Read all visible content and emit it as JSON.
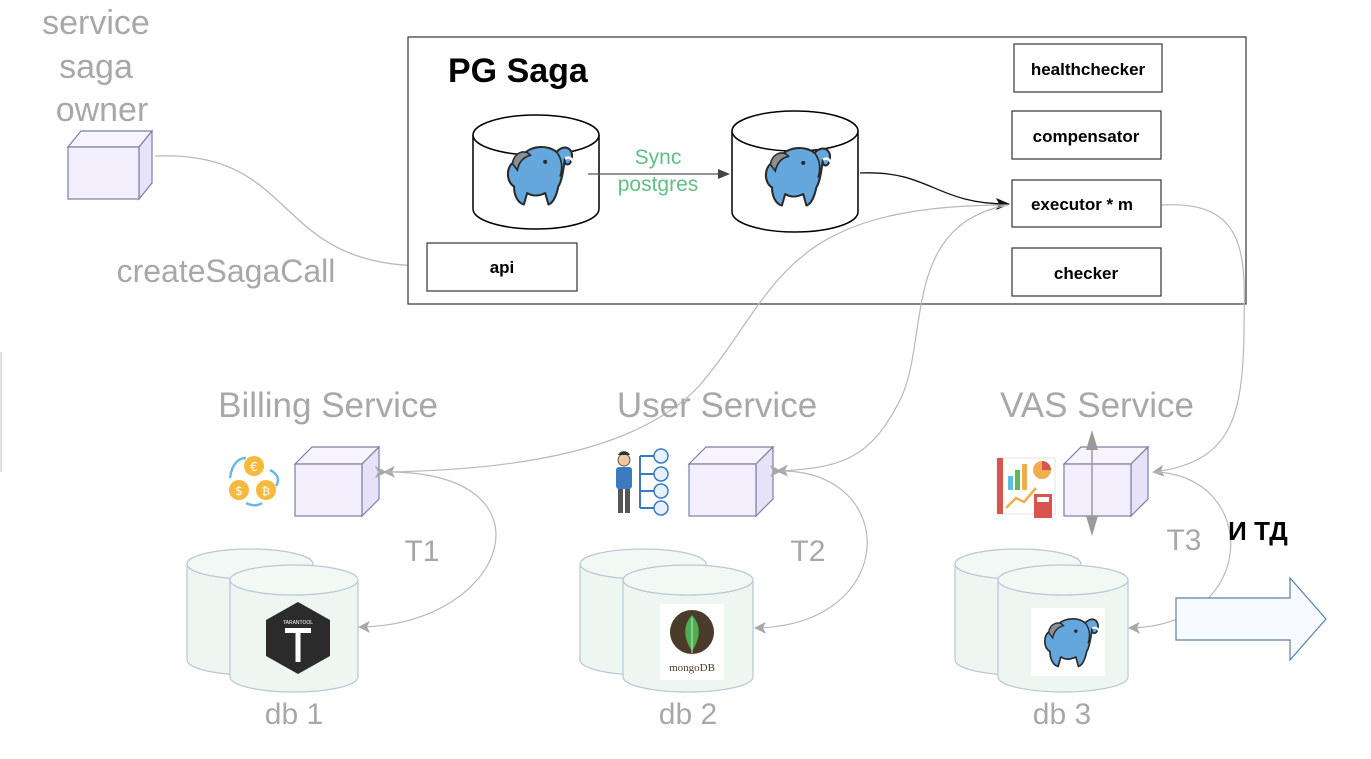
{
  "owner": {
    "label_lines": [
      "service",
      "saga",
      "owner"
    ]
  },
  "create_call_label": "createSagaCall",
  "pg_saga": {
    "title": "PG Saga",
    "sync_label_lines": [
      "Sync",
      "postgres"
    ],
    "components": {
      "api": "api",
      "healthchecker": "healthchecker",
      "compensator": "compensator",
      "executor": "executor * m",
      "checker": "checker"
    }
  },
  "services": [
    {
      "name": "Billing Service",
      "transaction": "T1",
      "db": "db 1",
      "db_logo": "TARANTOOL"
    },
    {
      "name": "User Service",
      "transaction": "T2",
      "db": "db 2",
      "db_logo": "mongoDB"
    },
    {
      "name": "VAS Service",
      "transaction": "T3",
      "db": "db 3",
      "db_logo": "postgres-elephant"
    }
  ],
  "etc_label": "И ТД",
  "colors": {
    "cube_fill": "#f3eefc",
    "cube_stroke": "#7a7fa8",
    "sync_text": "#5fbf84",
    "muted_text": "#a8a8a8",
    "elephant": "#63a7dc",
    "db_fill": "#eef6f1"
  },
  "icons": [
    "postgres-elephant-icon",
    "currency-exchange-icon",
    "org-chart-person-icon",
    "analytics-report-icon",
    "tarantool-logo",
    "mongodb-logo",
    "right-arrow-icon"
  ]
}
